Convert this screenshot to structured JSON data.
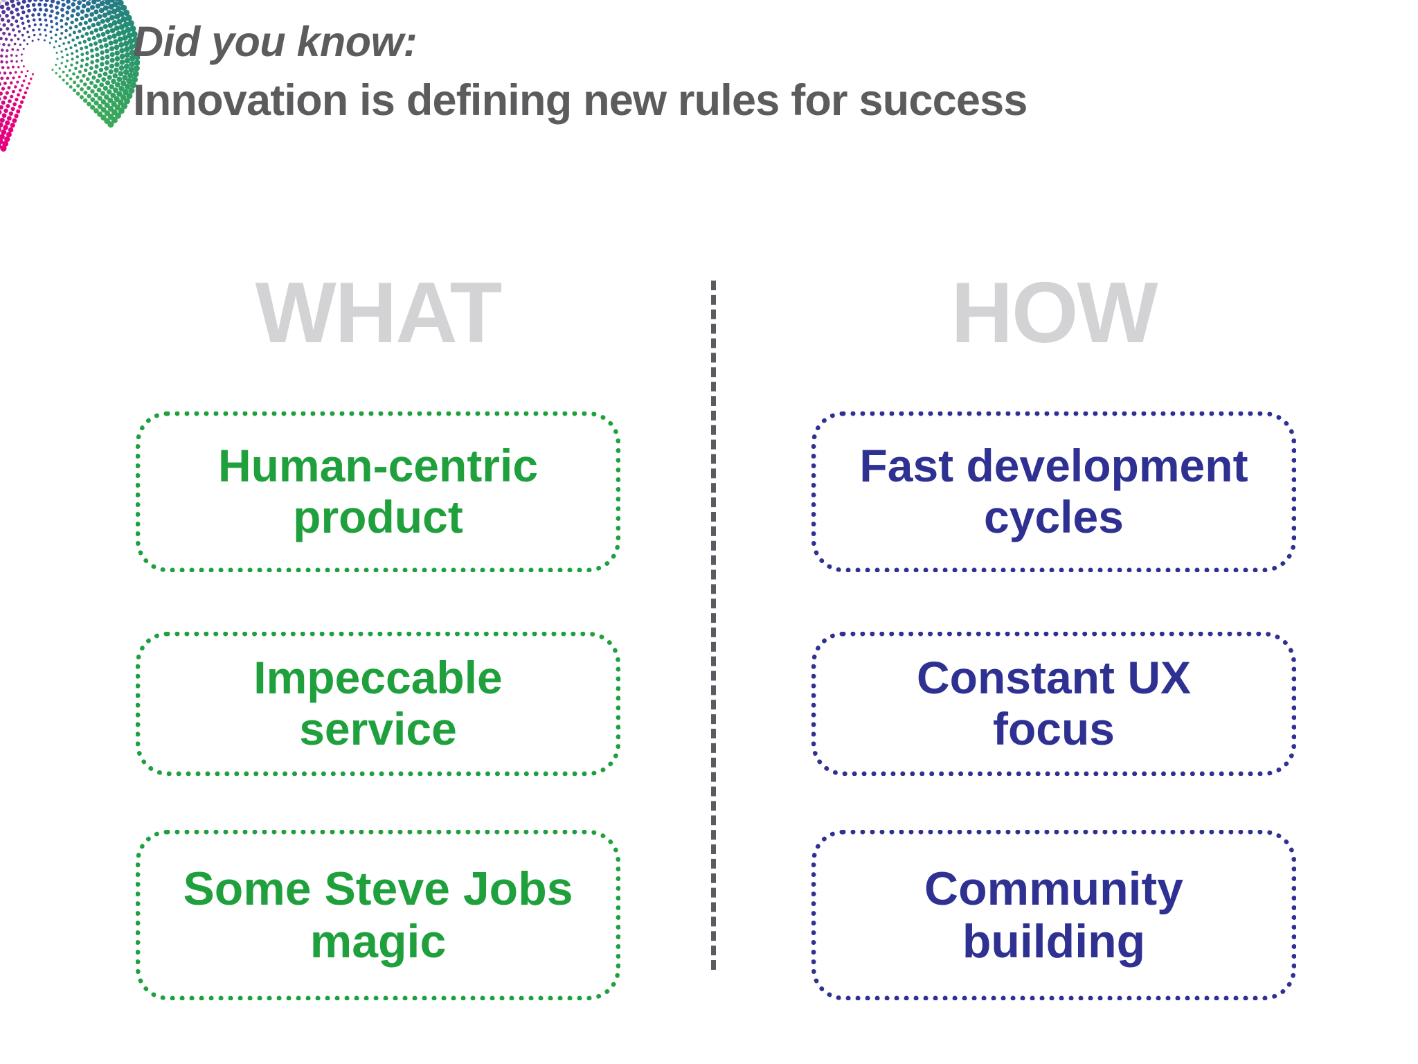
{
  "slide": {
    "background_color": "#ffffff",
    "title_color": "#5c5c5e",
    "heading_color": "#d3d3d5",
    "divider_color": "#5a5a60"
  },
  "logo": {
    "name": "halftone-dot-sphere-logo",
    "colors": [
      "#e5007e",
      "#c0228f",
      "#7b2b8f",
      "#3b3a96",
      "#2e5fa3",
      "#2a8f74",
      "#33a457",
      "#bdbdd6"
    ]
  },
  "header": {
    "kicker": "Did you know:",
    "headline": "Innovation is defining new rules for success"
  },
  "columns": [
    {
      "id": "what",
      "heading": "WHAT",
      "accent_color": "#1fa03c",
      "cards": [
        {
          "line1": "Human-centric",
          "line2": "product"
        },
        {
          "line1": "Impeccable",
          "line2": "service"
        },
        {
          "line1": "Some Steve Jobs",
          "line2": "magic"
        }
      ]
    },
    {
      "id": "how",
      "heading": "HOW",
      "accent_color": "#2e3192",
      "cards": [
        {
          "line1": "Fast development",
          "line2": "cycles"
        },
        {
          "line1": "Constant UX",
          "line2": "focus"
        },
        {
          "line1": "Community",
          "line2": "building"
        }
      ]
    }
  ]
}
